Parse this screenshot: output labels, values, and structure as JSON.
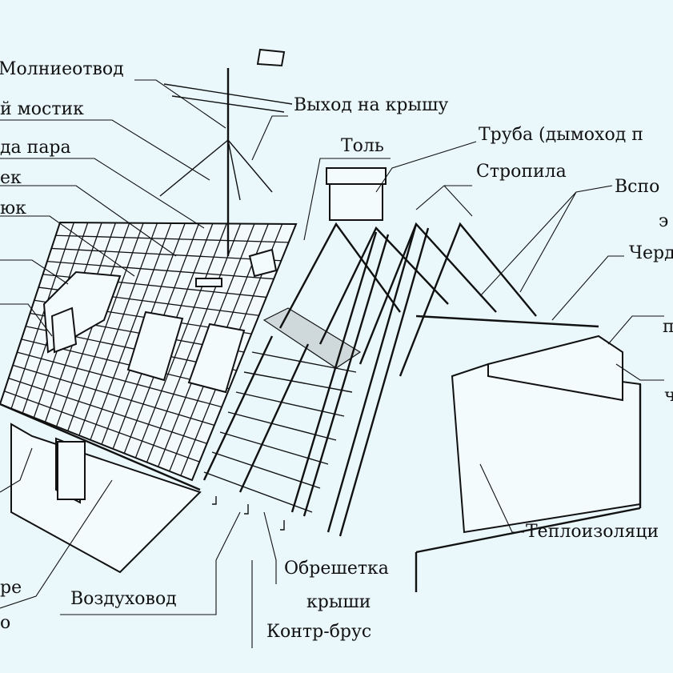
{
  "labels": {
    "lightning_rod": "Молниеотвод",
    "bridge": "й мостик",
    "vapor": "да пара",
    "ridge": "ек",
    "eave": "юк",
    "roof_exit": "Выход на крышу",
    "tar_paper": "Толь",
    "chimney": "Труба (дымоход п",
    "rafters": "Стропила",
    "aux": "Вспо",
    "aux2": "э",
    "attic": "Черд",
    "right3": "п",
    "right4": "ч",
    "insulation": "Теплоизоляци",
    "battens_1": "Обрешетка",
    "battens_2": "крыши",
    "counter_batten": "Контр-брус",
    "air_duct": "Воздуховод",
    "left_bottom_1": "ре",
    "left_bottom_2": "о"
  }
}
